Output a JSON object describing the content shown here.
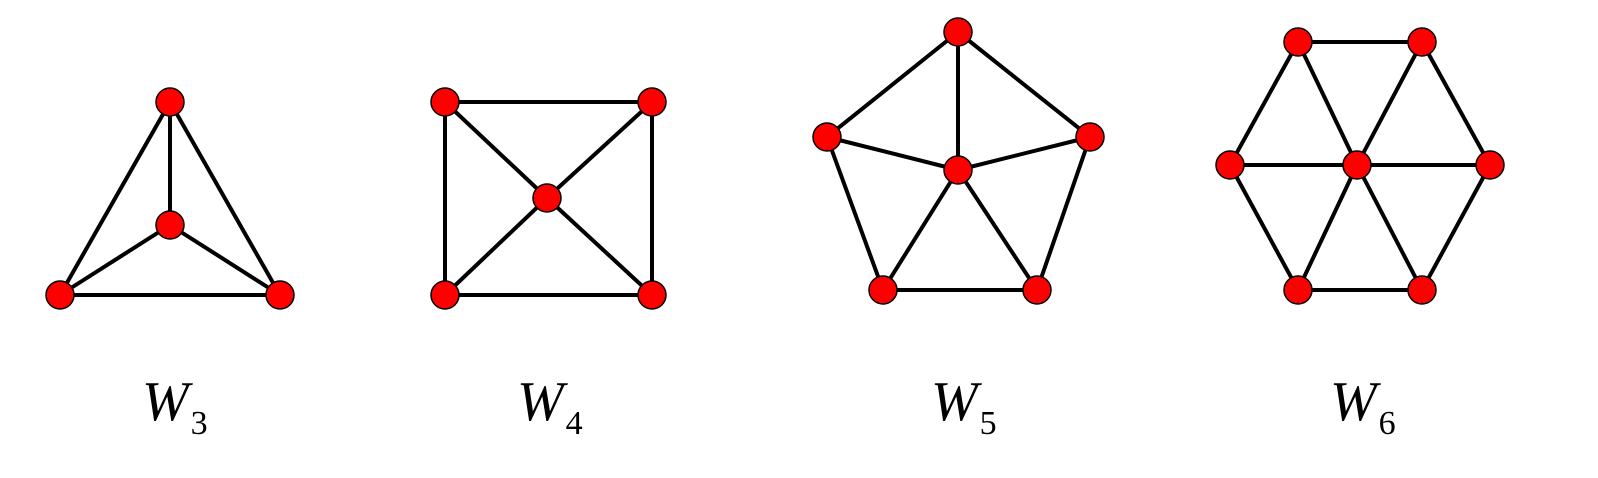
{
  "colors": {
    "vertex_fill": "#ff0000",
    "edge": "#000000",
    "background": "#ffffff"
  },
  "graphs": [
    {
      "id": "w3",
      "symbol": "W",
      "subscript": "3",
      "n": 3
    },
    {
      "id": "w4",
      "symbol": "W",
      "subscript": "4",
      "n": 4
    },
    {
      "id": "w5",
      "symbol": "W",
      "subscript": "5",
      "n": 5
    },
    {
      "id": "w6",
      "symbol": "W",
      "subscript": "6",
      "n": 6
    }
  ]
}
